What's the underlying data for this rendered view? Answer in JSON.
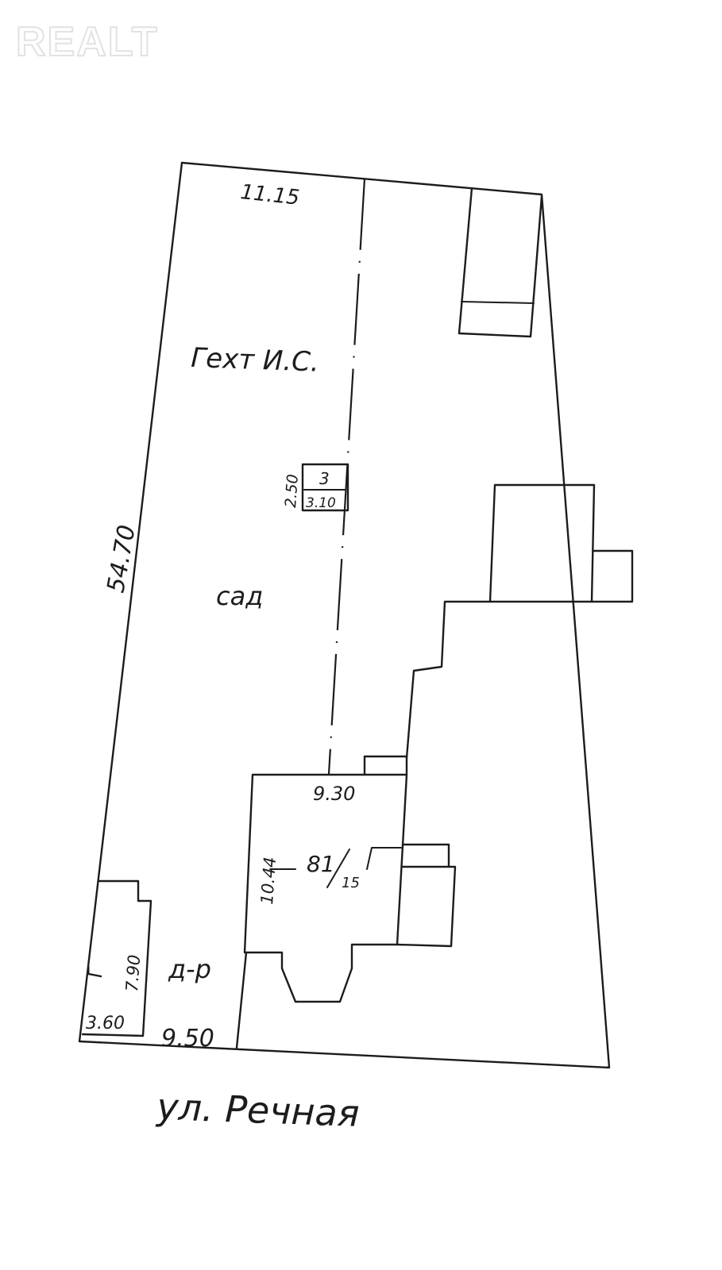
{
  "watermark": "REALT",
  "labels": {
    "top_width": "11.15",
    "left_length": "54.70",
    "owner": "Гехт И.С.",
    "garden": "сад",
    "shed_side": "2.50",
    "shed_number": "3",
    "shed_width": "3.10",
    "house_width": "9.30",
    "house_depth": "10.44",
    "house_ratio_top": "81",
    "house_ratio_bottom": "15",
    "garage_letter": "Г",
    "garage_length": "7.90",
    "garage_width": "3.60",
    "yard": "д-р",
    "yard_width": "9.50",
    "street": "ул. Речная"
  }
}
